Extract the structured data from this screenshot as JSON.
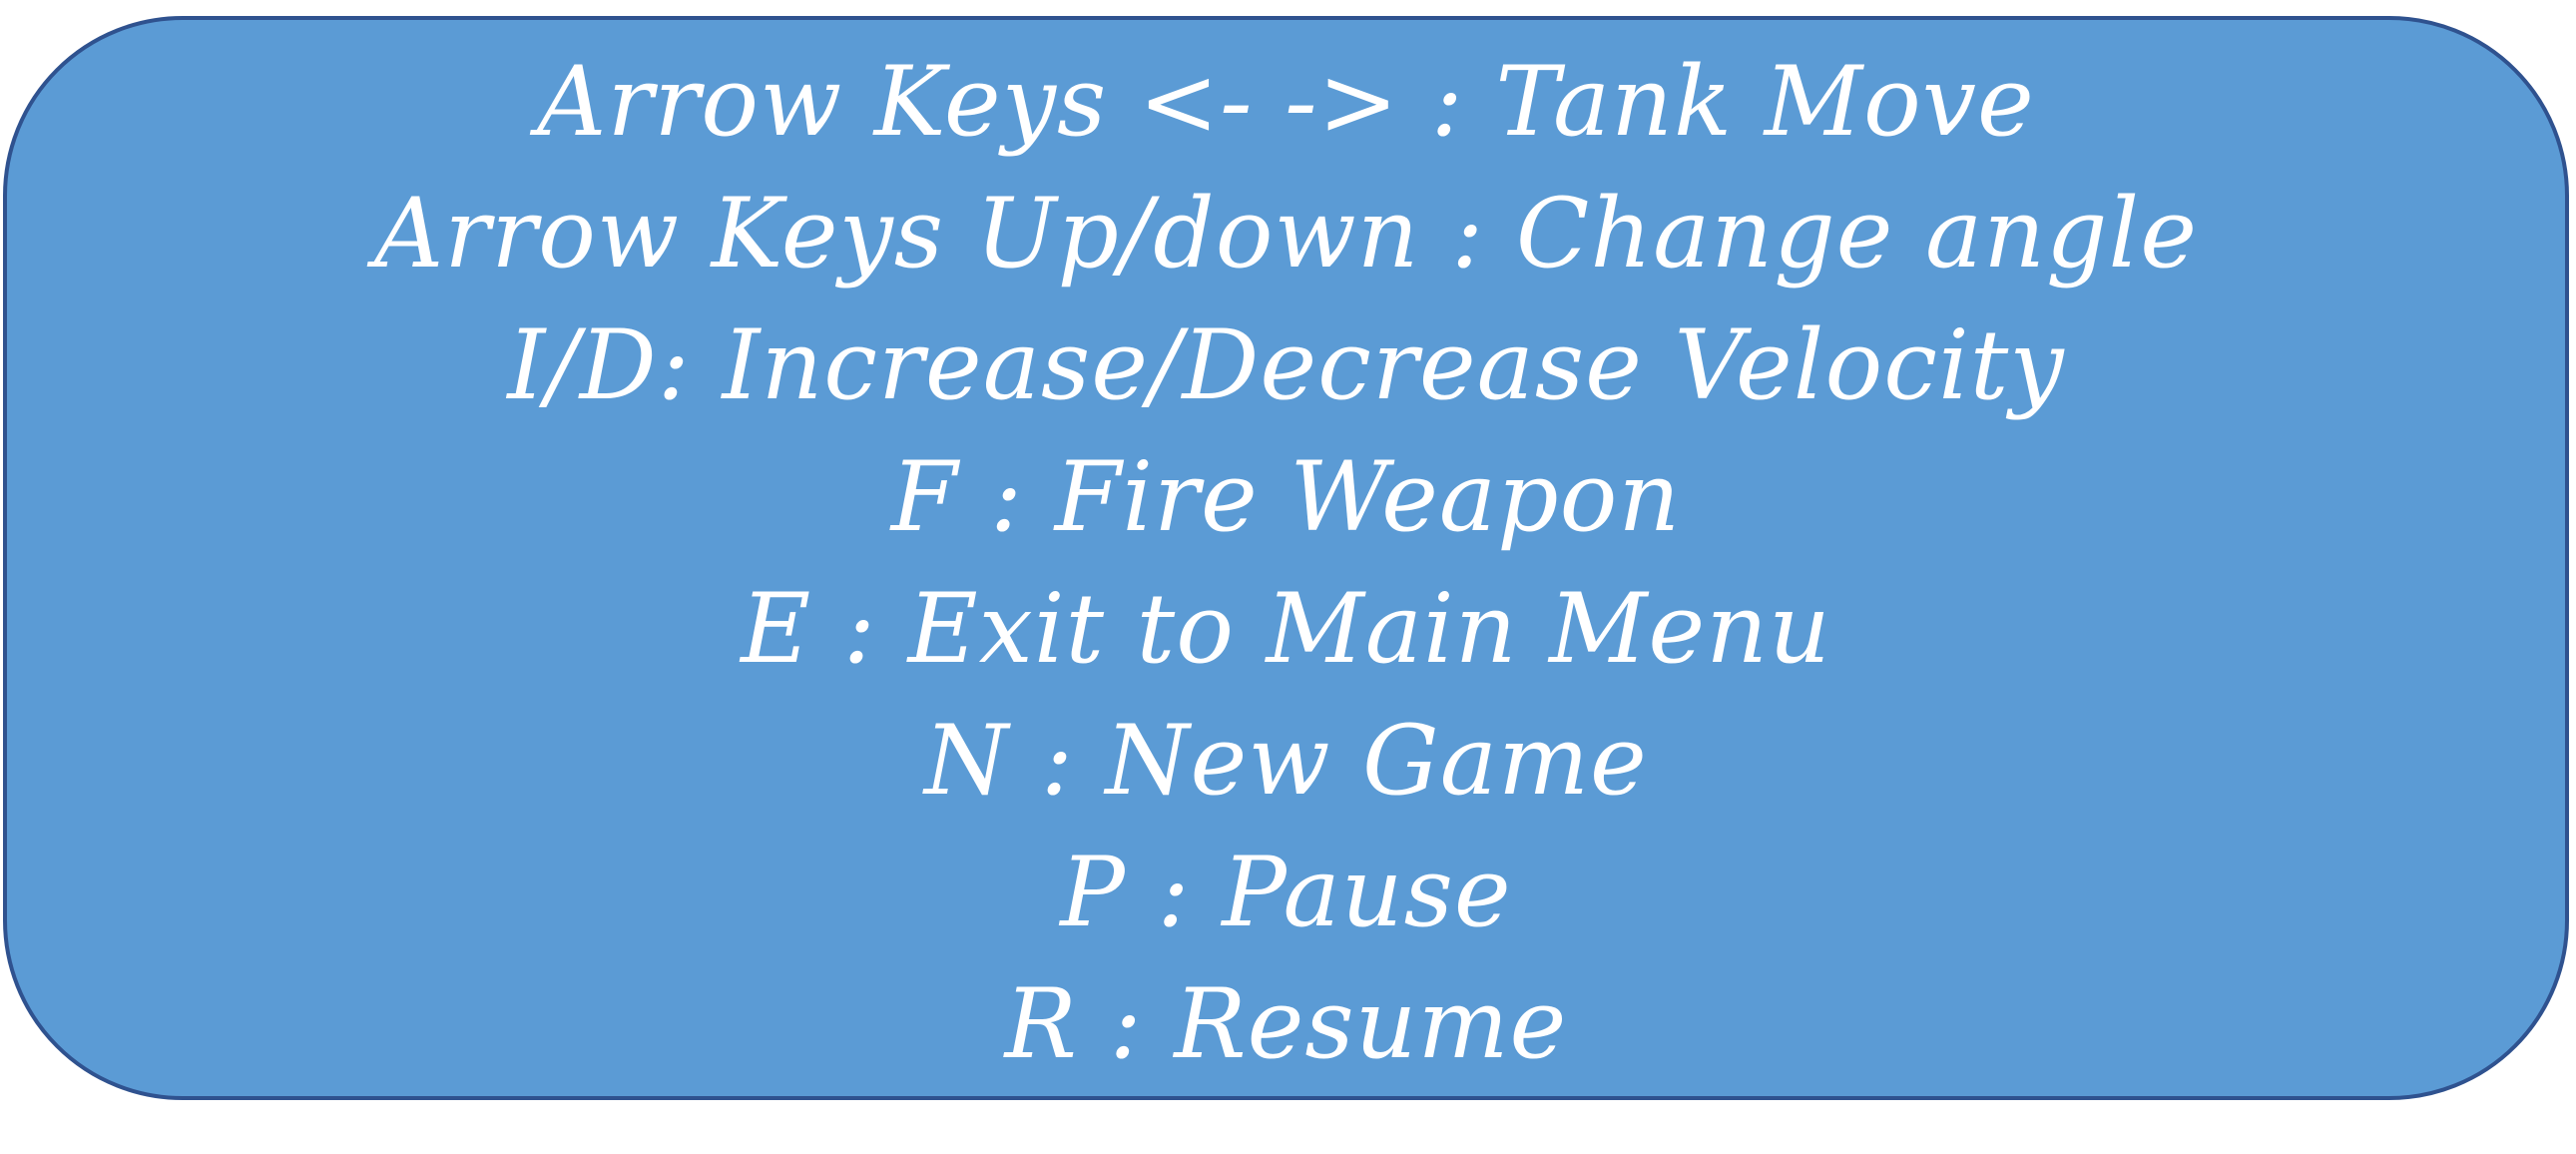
{
  "controls": {
    "lines": [
      "Arrow Keys <- -> : Tank Move",
      "Arrow Keys Up/down : Change angle",
      "I/D: Increase/Decrease Velocity",
      "F : Fire Weapon",
      "E : Exit to Main Menu",
      "N : New Game",
      "P : Pause",
      "R : Resume"
    ]
  },
  "colors": {
    "panel_fill": "#5b9bd5",
    "panel_border": "#2f528f",
    "text": "#ffffff"
  }
}
